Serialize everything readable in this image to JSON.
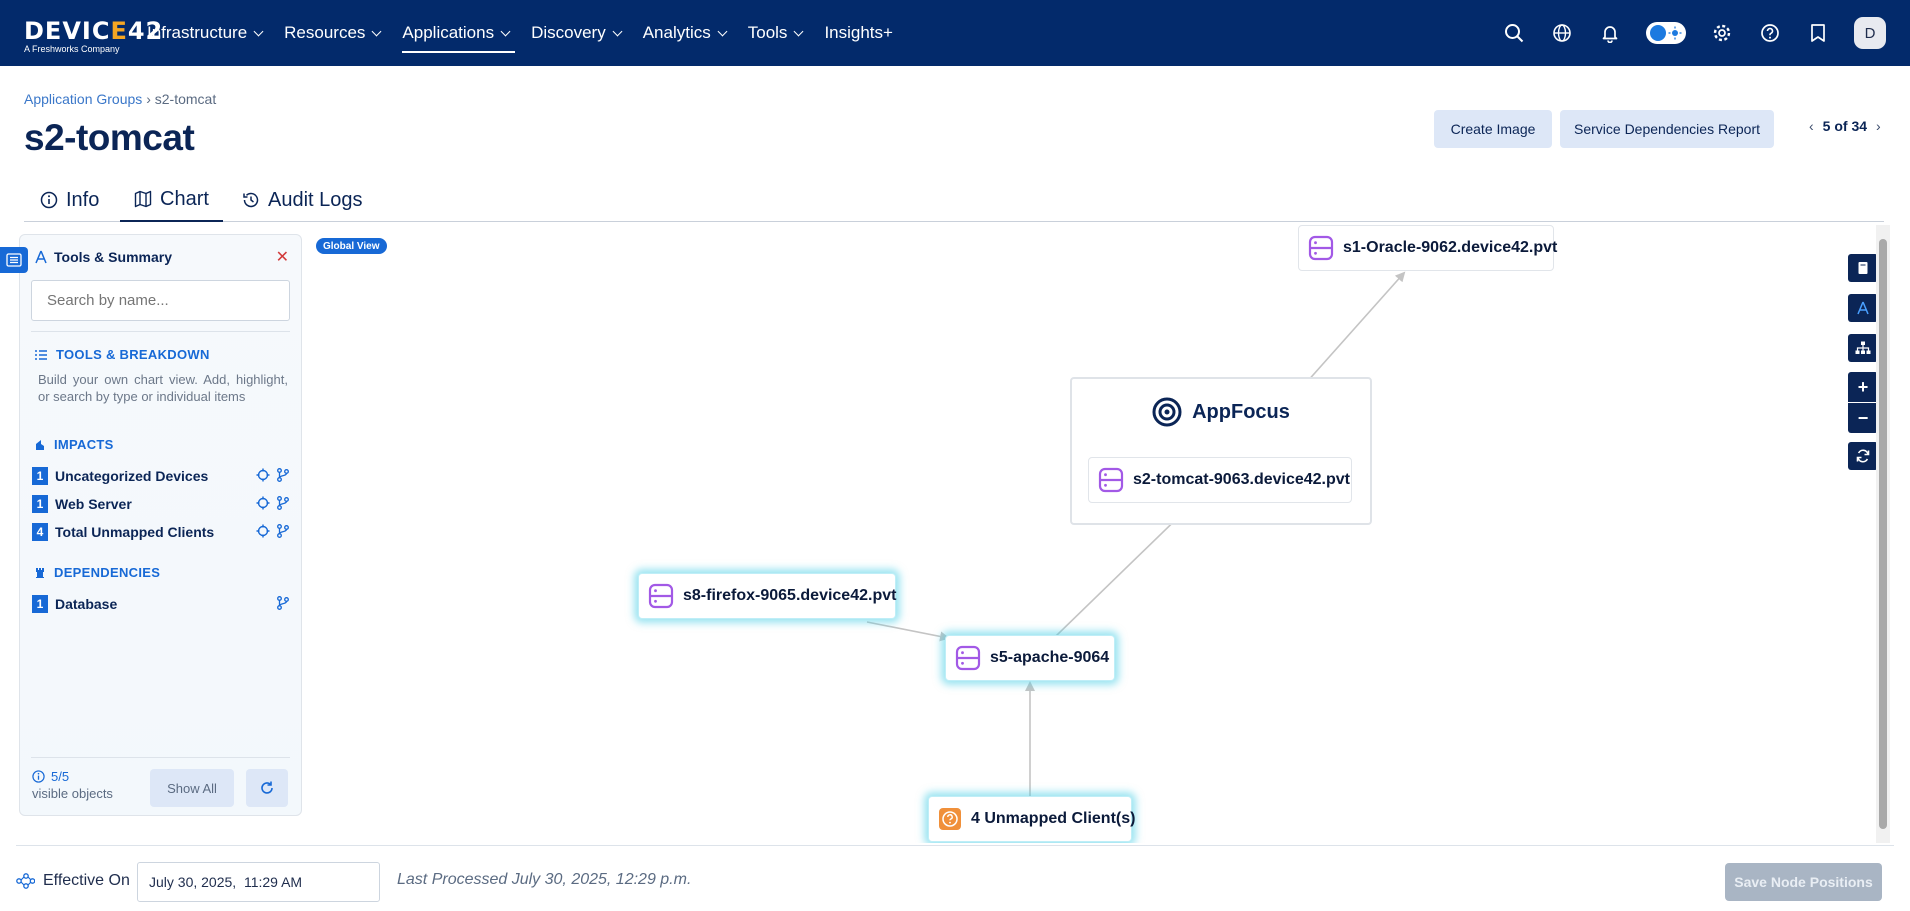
{
  "header": {
    "logo_text": "DEVICE42",
    "logo_sub": "A Freshworks Company",
    "nav": [
      {
        "label": "Infrastructure"
      },
      {
        "label": "Resources"
      },
      {
        "label": "Applications"
      },
      {
        "label": "Discovery"
      },
      {
        "label": "Analytics"
      },
      {
        "label": "Tools"
      },
      {
        "label": "Insights+"
      }
    ],
    "active_nav": "Applications",
    "avatar_initial": "D",
    "icons": [
      "search-icon",
      "globe-icon",
      "bell-icon",
      "theme-toggle",
      "gear-icon",
      "help-icon",
      "bookmark-icon"
    ]
  },
  "breadcrumb": {
    "parent": "Application Groups",
    "separator": "›",
    "current": "s2-tomcat"
  },
  "page": {
    "title": "s2-tomcat",
    "create_image": "Create Image",
    "service_report": "Service Dependencies Report",
    "pager": "5 of 34"
  },
  "tabs": [
    {
      "label": "Info",
      "icon": "info-icon"
    },
    {
      "label": "Chart",
      "icon": "map-icon",
      "active": true
    },
    {
      "label": "Audit Logs",
      "icon": "history-icon"
    }
  ],
  "panel": {
    "title": "Tools & Summary",
    "search_placeholder": "Search by name...",
    "tools_heading": "TOOLS & BREAKDOWN",
    "tools_desc": "Build your own chart view. Add, highlight, or search by type or individual items",
    "impacts_heading": "IMPACTS",
    "impacts": [
      {
        "count": "1",
        "label": "Uncategorized Devices"
      },
      {
        "count": "1",
        "label": "Web Server"
      },
      {
        "count": "4",
        "label": "Total Unmapped Clients"
      }
    ],
    "deps_heading": "DEPENDENCIES",
    "dependencies": [
      {
        "count": "1",
        "label": "Database"
      }
    ],
    "visible_count": "5/5",
    "visible_label": "visible objects",
    "show_all": "Show All"
  },
  "chart": {
    "global_view": "Global View",
    "appfocus_label": "AppFocus",
    "nodes": {
      "oracle": "s1-Oracle-9062.device42.pvt",
      "tomcat": "s2-tomcat-9063.device42.pvt",
      "firefox": "s8-firefox-9065.device42.pvt",
      "apache": "s5-apache-9064",
      "clients": "4 Unmapped Client(s)"
    }
  },
  "footer": {
    "effective_label": "Effective On",
    "effective_value": "July 30, 2025,  11:29 AM",
    "last_processed": "Last Processed  July 30, 2025, 12:29 p.m.",
    "save_button": "Save Node Positions"
  },
  "colors": {
    "navbar": "#032a6b",
    "accent": "#1769d6",
    "node_icon": "#a259e6",
    "client_icon": "#f0903a"
  }
}
